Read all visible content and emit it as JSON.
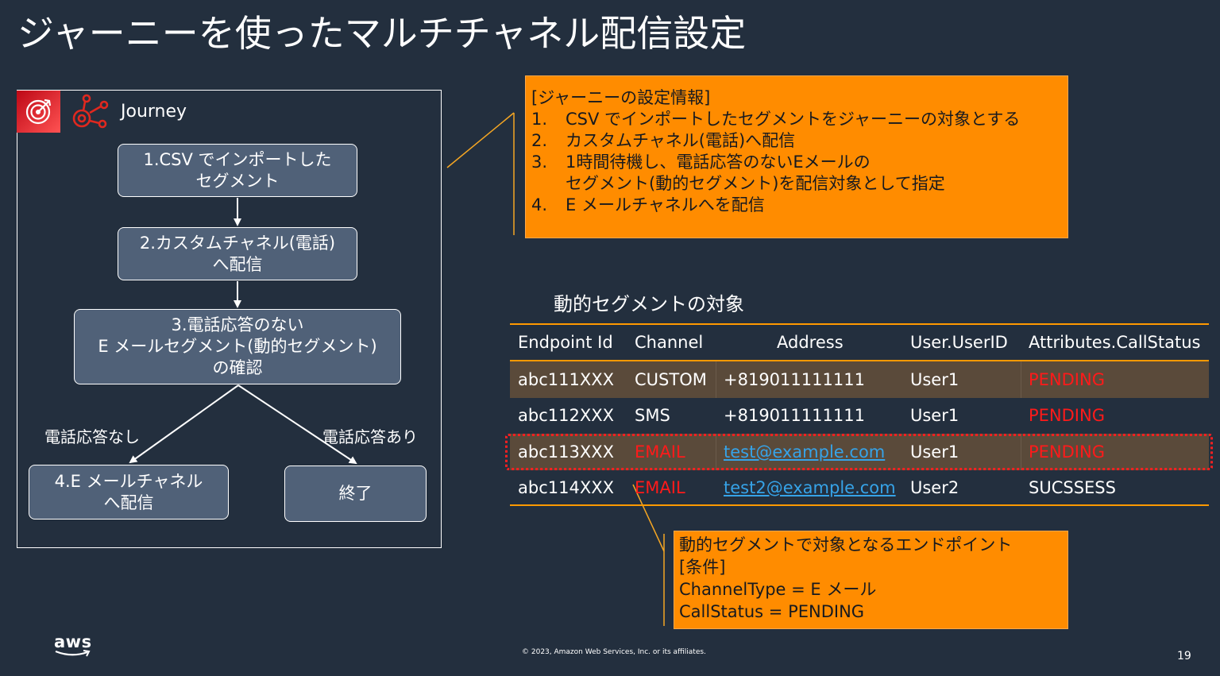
{
  "slide": {
    "title": "ジャーニーを使ったマルチチャネル配信設定",
    "page_number": "19",
    "copyright": "© 2023, Amazon Web Services, Inc. or its affiliates.",
    "aws_logo_text": "aws"
  },
  "journey": {
    "label": "Journey",
    "icons": [
      "target-icon",
      "journey-nodes-icon"
    ],
    "nodes": [
      "1.CSV でインポートした\nセグメント",
      "2.カスタムチャネル(電話)\nへ配信",
      "3.電話応答のない\nE メールセグメント(動的セグメント)\nの確認",
      "4.E メールチャネル\nへ配信",
      "終了"
    ],
    "branch_labels": [
      "電話応答なし",
      "電話応答あり"
    ]
  },
  "info_box": {
    "heading": "[ジャーニーの設定情報]",
    "items": [
      {
        "num": "1.",
        "text": "CSV でインポートしたセグメントをジャーニーの対象とする"
      },
      {
        "num": "2.",
        "text": "カスタムチャネル(電話)へ配信"
      },
      {
        "num": "3.",
        "text": "1時間待機し、電話応答のないEメールの\nセグメント(動的セグメント)を配信対象として指定"
      },
      {
        "num": "4.",
        "text": "E メールチャネルへを配信"
      }
    ]
  },
  "segment_table": {
    "title": "動的セグメントの対象",
    "headers": [
      "Endpoint Id",
      "Channel",
      "Address",
      "User.UserID",
      "Attributes.CallStatus"
    ],
    "rows": [
      [
        "abc111XXX",
        "CUSTOM",
        "+819011111111",
        "User1",
        "PENDING"
      ],
      [
        "abc112XXX",
        "SMS",
        "+819011111111",
        "User1",
        "PENDING"
      ],
      [
        "abc113XXX",
        "EMAIL",
        "test@example.com",
        "User1",
        "PENDING"
      ],
      [
        "abc114XXX",
        "EMAIL",
        "test2@example.com",
        "User2",
        "SUCSSESS"
      ]
    ]
  },
  "condition_box": {
    "lines": [
      "動的セグメントで対象となるエンドポイント",
      "[条件]",
      "ChannelType = E メール",
      "CallStatus = PENDING"
    ]
  },
  "colors": {
    "background": "#232f3e",
    "node_fill": "#506178",
    "callout_orange": "#ff8c00",
    "status_red": "#ff1a1a",
    "link_blue": "#36a3e8",
    "row_shade": "#5a4a3a"
  }
}
